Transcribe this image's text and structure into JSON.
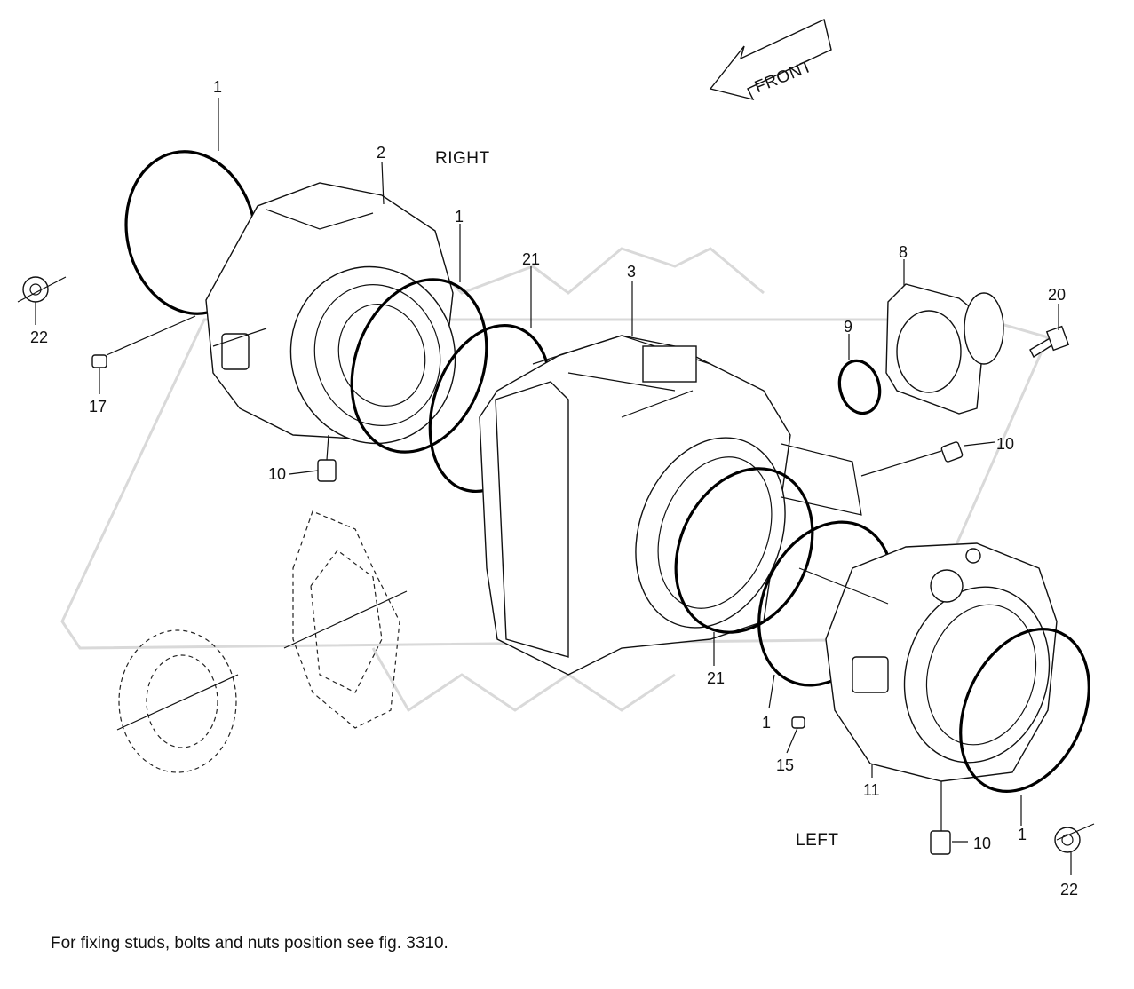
{
  "labels": {
    "right": "RIGHT",
    "left": "LEFT",
    "front": "FRONT",
    "note": "For fixing studs, bolts and nuts position see fig. 3310."
  },
  "callouts": [
    {
      "id": "c1a",
      "text": "1"
    },
    {
      "id": "c2",
      "text": "2"
    },
    {
      "id": "c1b",
      "text": "1"
    },
    {
      "id": "c21a",
      "text": "21"
    },
    {
      "id": "c3",
      "text": "3"
    },
    {
      "id": "c8",
      "text": "8"
    },
    {
      "id": "c20",
      "text": "20"
    },
    {
      "id": "c9",
      "text": "9"
    },
    {
      "id": "c10a",
      "text": "10"
    },
    {
      "id": "c22a",
      "text": "22"
    },
    {
      "id": "c17",
      "text": "17"
    },
    {
      "id": "c10b",
      "text": "10"
    },
    {
      "id": "c21b",
      "text": "21"
    },
    {
      "id": "c1c",
      "text": "1"
    },
    {
      "id": "c15",
      "text": "15"
    },
    {
      "id": "c11",
      "text": "11"
    },
    {
      "id": "c1d",
      "text": "1"
    },
    {
      "id": "c10c",
      "text": "10"
    },
    {
      "id": "c22b",
      "text": "22"
    }
  ],
  "colors": {
    "ink": "#111111",
    "watermark": "#d9d9d9",
    "background": "#ffffff"
  }
}
